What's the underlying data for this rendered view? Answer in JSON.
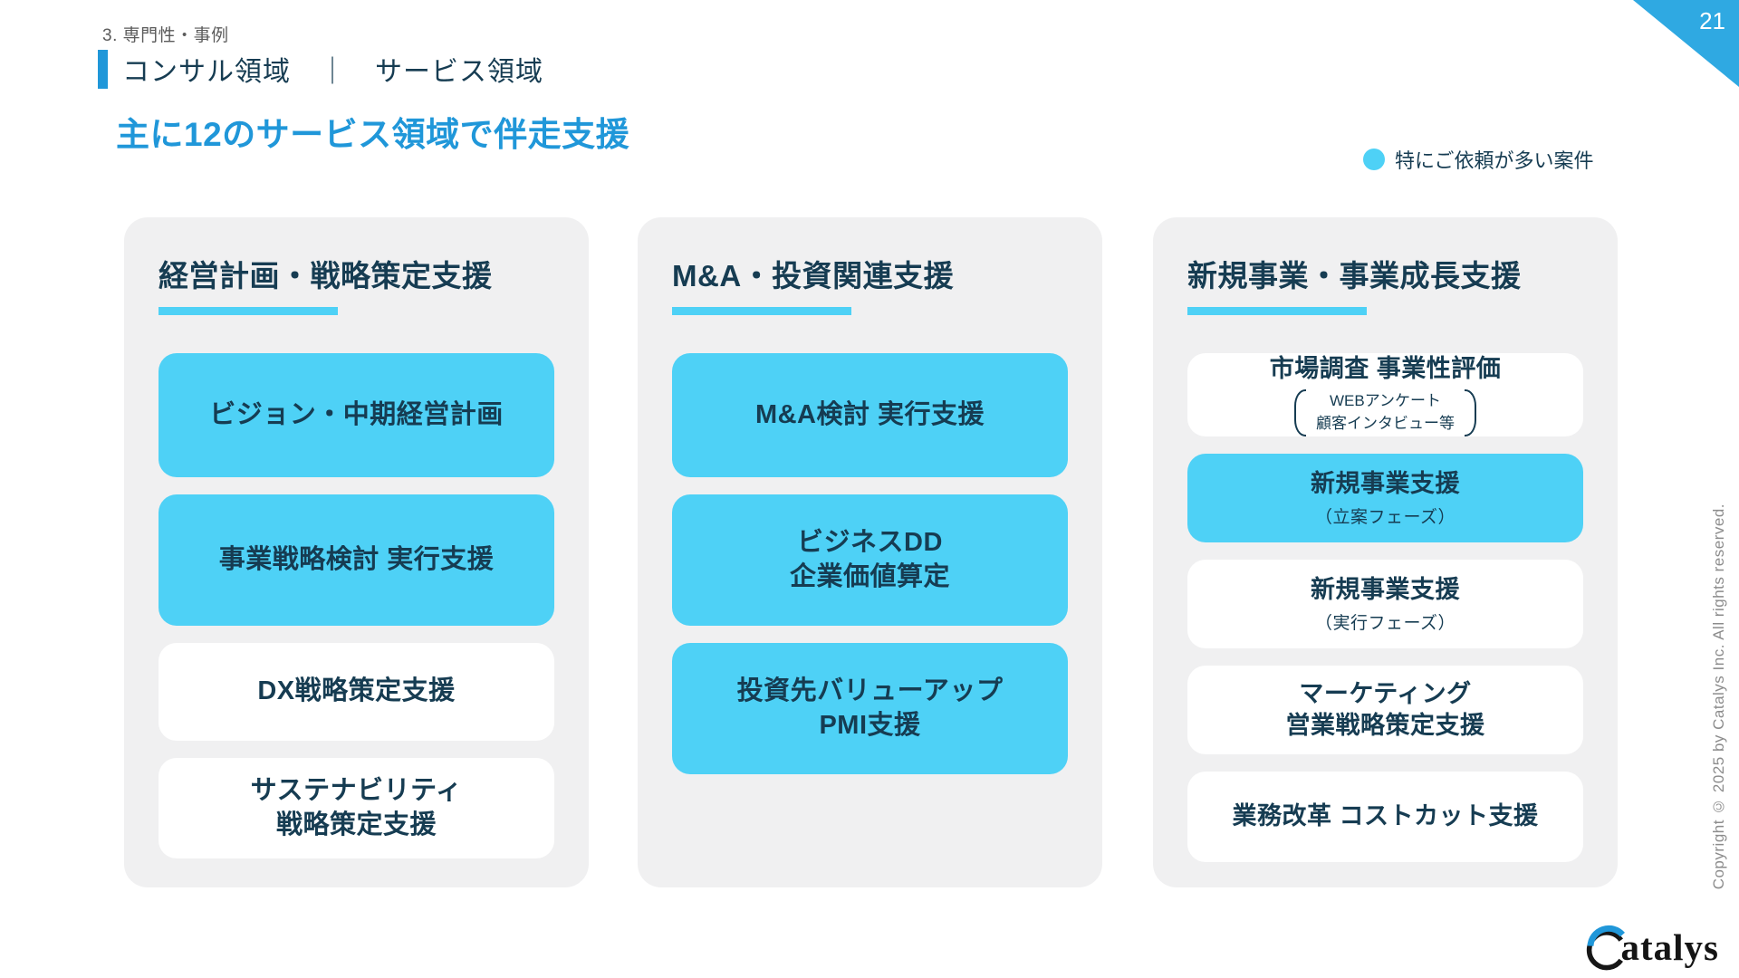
{
  "page": {
    "eyebrow": "3. 専門性・事例",
    "section_title": "コンサル領域　｜　サービス領域",
    "main_title": "主に12のサービス領域で伴走支援",
    "page_number": "21",
    "legend_label": "特にご依頼が多い案件",
    "copyright": "Copyright © 2025 by Catalys Inc. All rights reserved.",
    "logo": {
      "initial": "C",
      "rest": "atalys"
    }
  },
  "colors": {
    "accent": "#2097d9",
    "box_blue": "#4ed1f6",
    "panel_gray": "#f0f0f1",
    "navy": "#163c52",
    "triangle_blue": "#2fa9e2"
  },
  "legend_meaning": "blue boxes mark frequently requested services",
  "columns": [
    {
      "header": "経営計画・戦略策定支援",
      "items": [
        {
          "label": "ビジョン・中期経営計画",
          "highlight": true
        },
        {
          "label": "事業戦略検討 実行支援",
          "highlight": true
        },
        {
          "label": "DX戦略策定支援",
          "highlight": false
        },
        {
          "label": "サステナビリティ",
          "label2": "戦略策定支援",
          "highlight": false
        }
      ]
    },
    {
      "header": "M&A・投資関連支援",
      "items": [
        {
          "label": "M&A検討 実行支援",
          "highlight": true
        },
        {
          "label": "ビジネスDD",
          "label2": "企業価値算定",
          "highlight": true
        },
        {
          "label": "投資先バリューアップ",
          "label2": "PMI支援",
          "highlight": true
        }
      ]
    },
    {
      "header": "新規事業・事業成長支援",
      "items": [
        {
          "label": "市場調査 事業性評価",
          "bracket_line1": "WEBアンケート",
          "bracket_line2": "顧客インタビュー等",
          "highlight": false
        },
        {
          "label": "新規事業支援",
          "sub": "（立案フェーズ）",
          "highlight": true
        },
        {
          "label": "新規事業支援",
          "sub": "（実行フェーズ）",
          "highlight": false
        },
        {
          "label": "マーケティング",
          "label2": "営業戦略策定支援",
          "highlight": false
        },
        {
          "label": "業務改革 コストカット支援",
          "highlight": false
        }
      ]
    }
  ]
}
